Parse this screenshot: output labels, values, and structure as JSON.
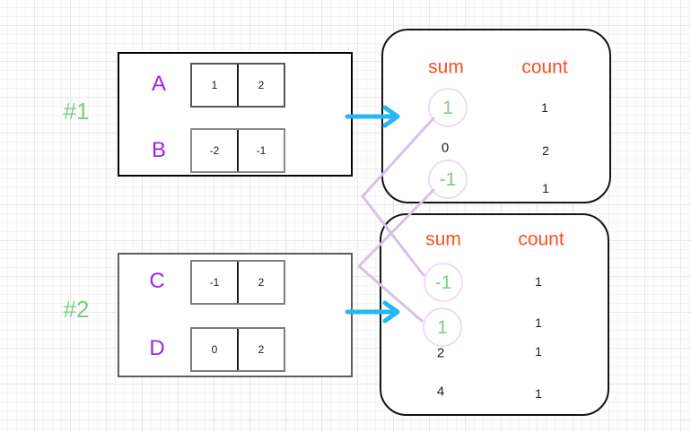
{
  "colors": {
    "green": "#7ecd86",
    "purple": "#9e22ec",
    "orange": "#fa4f1e",
    "cyan": "#25b7f2",
    "lavender_line": "#d8c0e8",
    "lavender_circle": "#ecdcf6",
    "text": "#1b1b1b"
  },
  "groups": [
    {
      "label": "#1",
      "arrays": [
        {
          "name": "A",
          "cells": [
            "1",
            "2"
          ]
        },
        {
          "name": "B",
          "cells": [
            "-2",
            "-1"
          ]
        }
      ],
      "table": {
        "headers": {
          "sum": "sum",
          "count": "count"
        },
        "rows": [
          {
            "sum": "1",
            "count": "1",
            "circled": true
          },
          {
            "sum": "0",
            "count": "2",
            "circled": false
          },
          {
            "sum": "-1",
            "count": "1",
            "circled": true
          }
        ]
      }
    },
    {
      "label": "#2",
      "arrays": [
        {
          "name": "C",
          "cells": [
            "-1",
            "2"
          ]
        },
        {
          "name": "D",
          "cells": [
            "0",
            "2"
          ]
        }
      ],
      "table": {
        "headers": {
          "sum": "sum",
          "count": "count"
        },
        "rows": [
          {
            "sum": "-1",
            "count": "1",
            "circled": true
          },
          {
            "sum": "1",
            "count": "1",
            "circled": true
          },
          {
            "sum": "2",
            "count": "1",
            "circled": false
          },
          {
            "sum": "4",
            "count": "1",
            "circled": false
          }
        ]
      }
    }
  ],
  "connections": [
    {
      "from": "group1 sum 1",
      "to": "group2 sum -1"
    },
    {
      "from": "group1 sum -1",
      "to": "group2 sum 1"
    }
  ]
}
